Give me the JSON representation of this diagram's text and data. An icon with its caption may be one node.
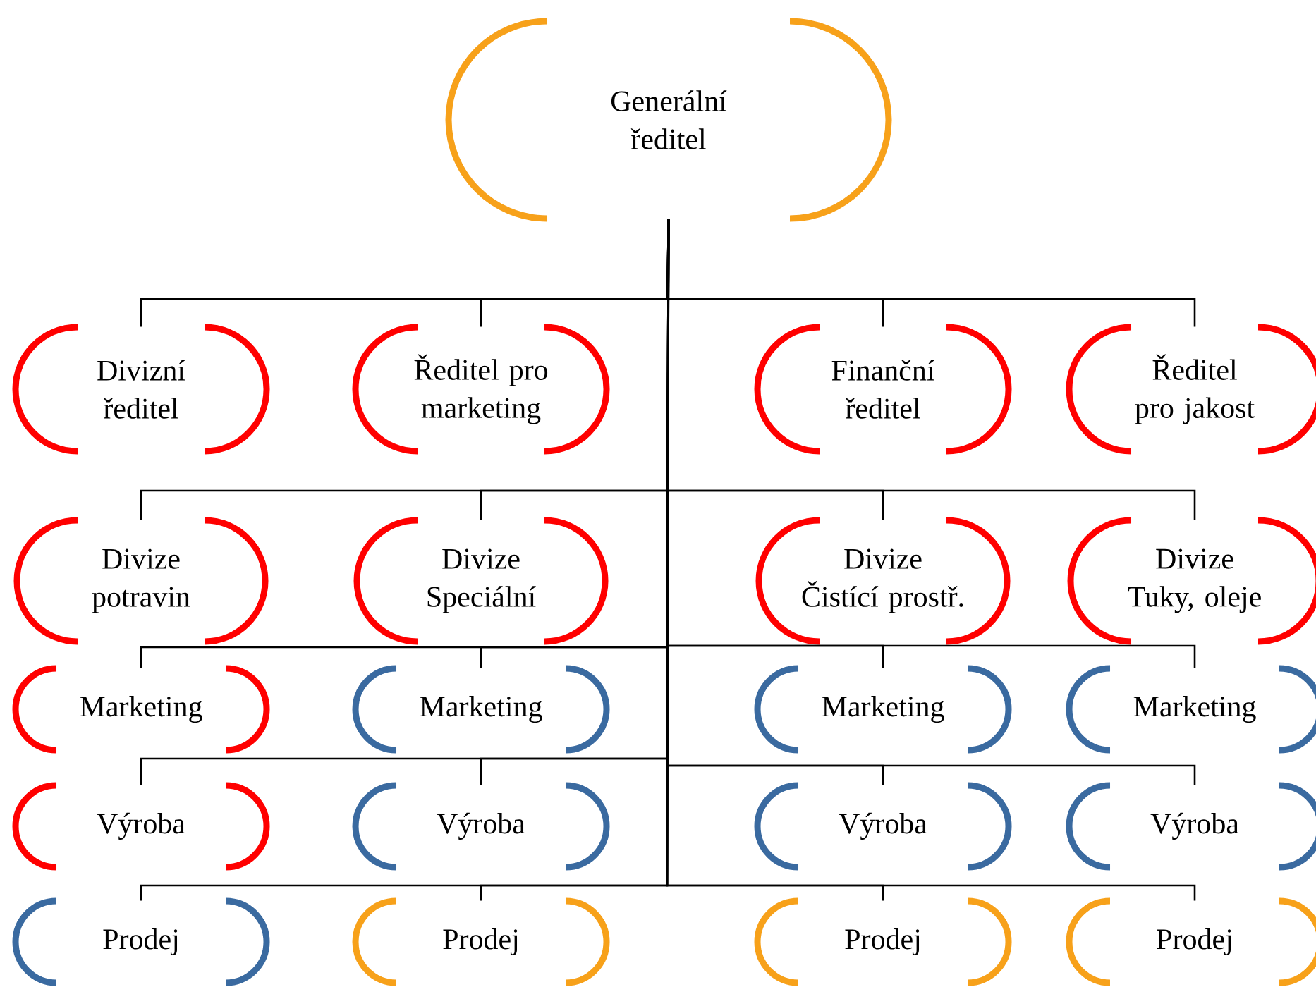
{
  "diagram": {
    "nodes": [
      {
        "text": [
          "Generální ředitel"
        ]
      },
      {
        "text": [
          "Divizní ředitel"
        ]
      },
      {
        "text": [
          "Ředitel pro marketing"
        ]
      },
      {
        "text": [
          "Finanční ředitel"
        ]
      },
      {
        "text": [
          "Ředitel pro jakost"
        ]
      },
      {
        "text": [
          "Divize potravin"
        ]
      },
      {
        "text": [
          "Divize Speciální"
        ]
      },
      {
        "text": [
          "Divize Čistící prostř."
        ]
      },
      {
        "text": [
          "Divize Tuky, oleje"
        ]
      },
      {
        "text": [
          "Marketing"
        ]
      },
      {
        "text": [
          "Marketing"
        ]
      },
      {
        "text": [
          "Marketing"
        ]
      },
      {
        "text": [
          "Marketing"
        ]
      },
      {
        "text": [
          "Výroba"
        ]
      },
      {
        "text": [
          "Výroba"
        ]
      },
      {
        "text": [
          "Výroba"
        ]
      },
      {
        "text": [
          "Výroba"
        ]
      },
      {
        "text": [
          "Prodej"
        ]
      },
      {
        "text": [
          "Prodej"
        ]
      },
      {
        "text": [
          "Prodej"
        ]
      },
      {
        "text": [
          "Prodej"
        ]
      }
    ],
    "edges": [
      {
        "from": 0,
        "to": 1,
        "arrow": "none"
      },
      {
        "from": 0,
        "to": 2,
        "arrow": "none"
      },
      {
        "from": 0,
        "to": 3,
        "arrow": "none"
      },
      {
        "from": 0,
        "to": 4,
        "arrow": "none"
      },
      {
        "from": 0,
        "to": 5,
        "arrow": "none"
      },
      {
        "from": 0,
        "to": 6,
        "arrow": "none"
      },
      {
        "from": 0,
        "to": 7,
        "arrow": "none"
      },
      {
        "from": 0,
        "to": 8,
        "arrow": "none"
      },
      {
        "from": 0,
        "to": 9,
        "arrow": "none"
      },
      {
        "from": 0,
        "to": 10,
        "arrow": "none"
      },
      {
        "from": 0,
        "to": 11,
        "arrow": "none"
      },
      {
        "from": 0,
        "to": 12,
        "arrow": "none"
      },
      {
        "from": 0,
        "to": 13,
        "arrow": "none"
      },
      {
        "from": 0,
        "to": 14,
        "arrow": "none"
      },
      {
        "from": 0,
        "to": 15,
        "arrow": "none"
      },
      {
        "from": 0,
        "to": 16,
        "arrow": "none"
      },
      {
        "from": 0,
        "to": 17,
        "arrow": "none"
      },
      {
        "from": 0,
        "to": 18,
        "arrow": "none"
      },
      {
        "from": 0,
        "to": 19,
        "arrow": "none"
      },
      {
        "from": 0,
        "to": 20,
        "arrow": "none"
      }
    ]
  }
}
